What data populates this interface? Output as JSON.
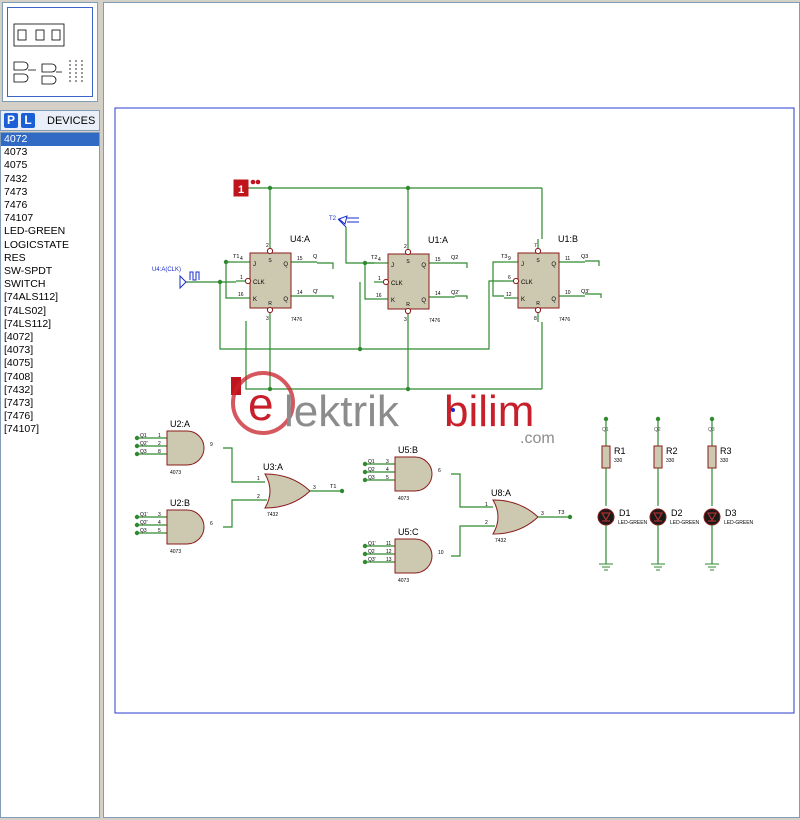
{
  "sidebar": {
    "header": {
      "btn_p": "P",
      "btn_l": "L",
      "title": "DEVICES"
    },
    "devices": [
      "4072",
      "4073",
      "4075",
      "7432",
      "7473",
      "7476",
      "74107",
      "LED-GREEN",
      "LOGICSTATE",
      "RES",
      "SW-SPDT",
      "SWITCH",
      "[74ALS112]",
      "[74LS02]",
      "[74LS112]",
      "[4072]",
      "[4073]",
      "[4075]",
      "[7408]",
      "[7432]",
      "[7473]",
      "[7476]",
      "[74107]"
    ],
    "selected_index": 0
  },
  "schematic": {
    "logicstate_value": "1",
    "clock_label": "U4:A(CLK)",
    "t2_label": "T2",
    "flipflops": [
      {
        "ref": "U4:A",
        "part": "7476",
        "t_label": "T1",
        "q_label": "Q",
        "qbar_label": "Q'",
        "pin_j": "4",
        "pin_clk": "1",
        "pin_k": "16",
        "pin_q": "15",
        "pin_qb": "14",
        "pin_s": "2",
        "pin_r": "3"
      },
      {
        "ref": "U1:A",
        "part": "7476",
        "t_label": "T2",
        "q_label": "Q2",
        "qbar_label": "Q2'",
        "pin_j": "4",
        "pin_clk": "1",
        "pin_k": "16",
        "pin_q": "15",
        "pin_qb": "14",
        "pin_s": "2",
        "pin_r": "3"
      },
      {
        "ref": "U1:B",
        "part": "7476",
        "t_label": "T3",
        "q_label": "Q3",
        "qbar_label": "Q3'",
        "pin_j": "9",
        "pin_clk": "6",
        "pin_k": "12",
        "pin_q": "11",
        "pin_qb": "10",
        "pin_s": "7",
        "pin_r": "8"
      }
    ],
    "ff_pins": {
      "j": "J",
      "clk": "CLK",
      "k": "K",
      "s": "S",
      "r": "R",
      "q": "Q",
      "qb": "Q"
    },
    "and_gates": [
      {
        "ref": "U2:A",
        "part": "4073",
        "inputs": [
          "Q1",
          "Q2'",
          "Q3"
        ],
        "pins": [
          "1",
          "2",
          "8"
        ],
        "out_pin": "9"
      },
      {
        "ref": "U2:B",
        "part": "4073",
        "inputs": [
          "Q1'",
          "Q2'",
          "Q3"
        ],
        "pins": [
          "3",
          "4",
          "5"
        ],
        "out_pin": "6"
      },
      {
        "ref": "U5:B",
        "part": "4073",
        "inputs": [
          "Q1",
          "Q2",
          "Q3"
        ],
        "pins": [
          "3",
          "4",
          "5"
        ],
        "out_pin": "6"
      },
      {
        "ref": "U5:C",
        "part": "4073",
        "inputs": [
          "Q1'",
          "Q2",
          "Q3'"
        ],
        "pins": [
          "11",
          "12",
          "13"
        ],
        "out_pin": "10"
      }
    ],
    "or_gates": [
      {
        "ref": "U3:A",
        "part": "7432",
        "pins": [
          "1",
          "2"
        ],
        "out_pin": "3",
        "out_label": "T1"
      },
      {
        "ref": "U8:A",
        "part": "7432",
        "pins": [
          "1",
          "2"
        ],
        "out_pin": "3",
        "out_label": "T3"
      }
    ],
    "resistors": [
      {
        "ref": "R1",
        "value": "330",
        "probe": "Q1"
      },
      {
        "ref": "R2",
        "value": "330",
        "probe": "Q2"
      },
      {
        "ref": "R3",
        "value": "330",
        "probe": "Q3"
      }
    ],
    "leds": [
      {
        "ref": "D1",
        "part": "LED-GREEN"
      },
      {
        "ref": "D2",
        "part": "LED-GREEN"
      },
      {
        "ref": "D3",
        "part": "LED-GREEN"
      }
    ]
  },
  "watermark": {
    "e": "e",
    "part1": "lektrik",
    "part2": "bilim",
    "tld": ".com"
  },
  "colors": {
    "wire": "#2f8a2f",
    "chip_fill": "#cdc8b0",
    "chip_stroke": "#8b1a1a",
    "frame": "#2a3ccc",
    "logicstate": "#c0141c",
    "selection": "#316ac5",
    "watermark_red": "#c8202a",
    "watermark_gray": "#8c8c8c"
  }
}
